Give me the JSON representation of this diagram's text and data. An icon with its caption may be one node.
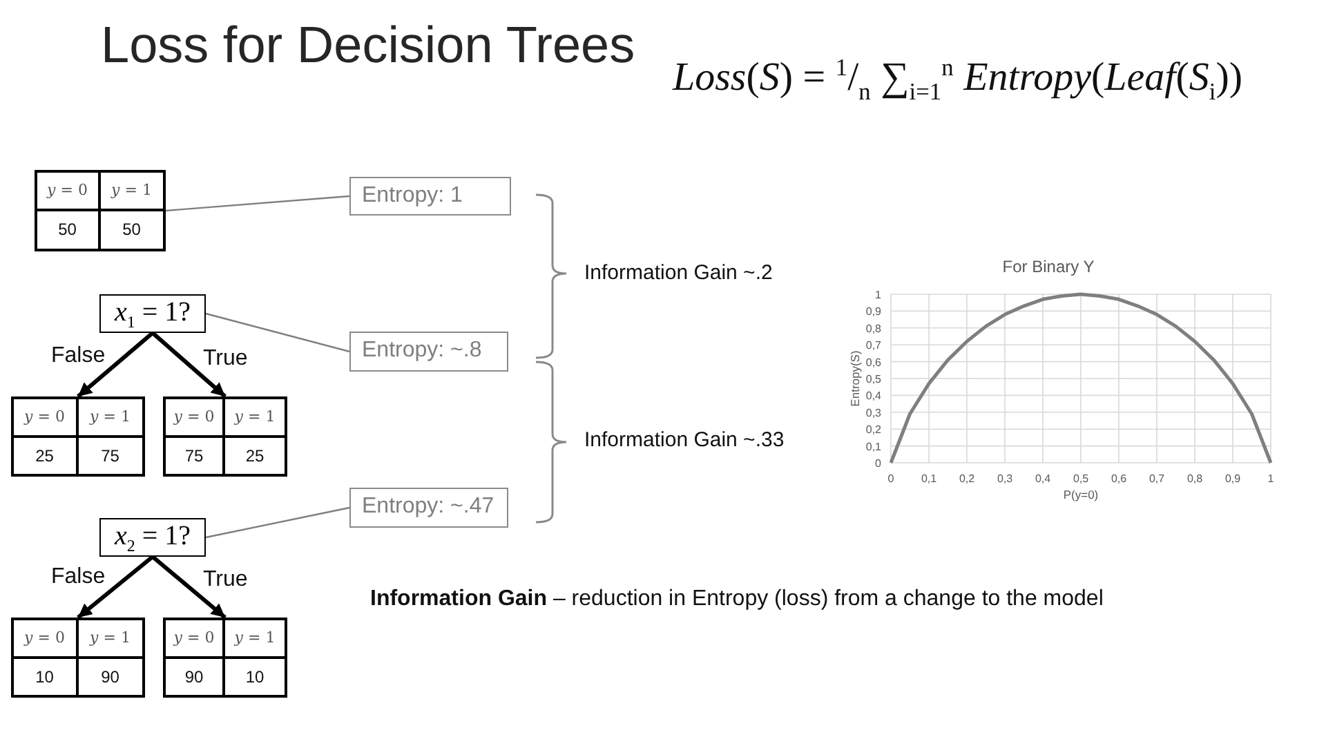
{
  "diagram": {
    "title": "Loss for Decision Trees",
    "nodes": [
      {
        "text": [
          "*y* = 0",
          "*y* = 1",
          "50",
          "50"
        ]
      },
      {
        "text": [
          "Entropy: 1"
        ]
      },
      {
        "text": [
          "*x*$_{1}$ = 1?"
        ]
      },
      {
        "text": [
          "Entropy: ~.8"
        ]
      },
      {
        "text": [
          "*y* = 0",
          "*y* = 1",
          "25",
          "75"
        ]
      },
      {
        "text": [
          "*y* = 0",
          "*y* = 1",
          "75",
          "25"
        ]
      },
      {
        "text": [
          "Entropy: ~.47"
        ]
      },
      {
        "text": [
          "*x*$_{2}$ = 1?"
        ]
      },
      {
        "text": [
          "*y* = 0",
          "*y* = 1",
          "10",
          "90"
        ]
      },
      {
        "text": [
          "*y* = 0",
          "*y* = 1",
          "90",
          "10"
        ]
      }
    ],
    "edges": [
      {
        "from": 0,
        "to": 1,
        "arrow": "none",
        "color": "#7f7f7f"
      },
      {
        "from": 2,
        "to": 3,
        "arrow": "none",
        "color": "#7f7f7f"
      },
      {
        "from": 2,
        "to": 4,
        "arrow": "to",
        "label": "False"
      },
      {
        "from": 2,
        "to": 5,
        "arrow": "to",
        "label": "True"
      },
      {
        "from": 7,
        "to": 6,
        "arrow": "none",
        "color": "#7f7f7f"
      },
      {
        "from": 7,
        "to": 8,
        "arrow": "to",
        "label": "False"
      },
      {
        "from": 7,
        "to": 9,
        "arrow": "to",
        "label": "True"
      }
    ],
    "labels": [
      "*Loss*(*S*) = $^{1}$/$_{n}$ ∑$_{i=1}$$^{n}$ *Entropy*(*Leaf*(*S*$_{i}$))",
      "Information Gain ~.2",
      "Information Gain ~.33",
      "**Information Gain** – reduction in Entropy (loss) from a change to the model"
    ],
    "chart_data": {
      "type": "line",
      "title": "For Binary Y",
      "xlabel": "P(y=0)",
      "ylabel": "Entropy(S)",
      "grid": true,
      "x": [
        0,
        0.05,
        0.1,
        0.15,
        0.2,
        0.25,
        0.3,
        0.35,
        0.4,
        0.45,
        0.5,
        0.55,
        0.6,
        0.65,
        0.7,
        0.75,
        0.8,
        0.85,
        0.9,
        0.95,
        1
      ],
      "series": [
        {
          "color": "#7f7f7f",
          "values": [
            0,
            0.29,
            0.47,
            0.61,
            0.72,
            0.81,
            0.88,
            0.93,
            0.97,
            0.99,
            1,
            0.99,
            0.97,
            0.93,
            0.88,
            0.81,
            0.72,
            0.61,
            0.47,
            0.29,
            0
          ]
        }
      ],
      "xlim": [
        0,
        1
      ],
      "ylim": [
        0,
        1
      ],
      "xticks": [
        0,
        {
          "value": 0.1,
          "label": "0,1"
        },
        {
          "value": 0.2,
          "label": "0,2"
        },
        {
          "value": 0.3,
          "label": "0,3"
        },
        {
          "value": 0.4,
          "label": "0,4"
        },
        {
          "value": 0.5,
          "label": "0,5"
        },
        {
          "value": 0.6,
          "label": "0,6"
        },
        {
          "value": 0.7,
          "label": "0,7"
        },
        {
          "value": 0.8,
          "label": "0,8"
        },
        {
          "value": 0.9,
          "label": "0,9"
        },
        1
      ],
      "yticks": [
        0,
        {
          "value": 0.1,
          "label": "0,1"
        },
        {
          "value": 0.2,
          "label": "0,2"
        },
        {
          "value": 0.3,
          "label": "0,3"
        },
        {
          "value": 0.4,
          "label": "0,4"
        },
        {
          "value": 0.5,
          "label": "0,5"
        },
        {
          "value": 0.6,
          "label": "0,6"
        },
        {
          "value": 0.7,
          "label": "0,7"
        },
        {
          "value": 0.8,
          "label": "0,8"
        },
        {
          "value": 0.9,
          "label": "0,9"
        },
        1
      ]
    }
  }
}
